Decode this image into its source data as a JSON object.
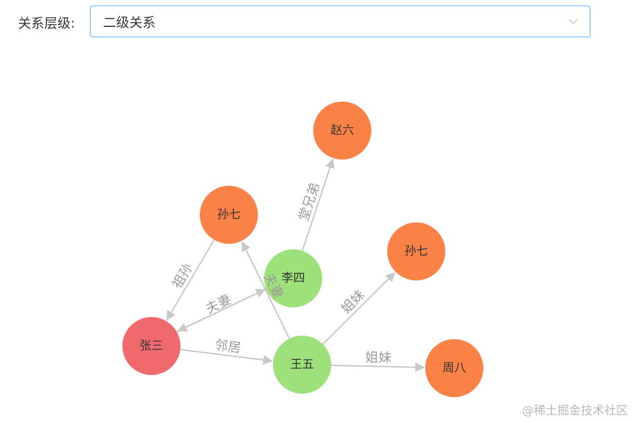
{
  "filter": {
    "label": "关系层级:",
    "selected": "二级关系"
  },
  "graph": {
    "nodes": [
      {
        "id": "zhangsan",
        "name": "张三",
        "color": "#f06a6d"
      },
      {
        "id": "lisi",
        "name": "李四",
        "color": "#9ee07a"
      },
      {
        "id": "wangwu",
        "name": "王五",
        "color": "#9ee07a"
      },
      {
        "id": "zhaoliu",
        "name": "赵六",
        "color": "#fb8247"
      },
      {
        "id": "sunqi_a",
        "name": "孙七",
        "color": "#fb8247"
      },
      {
        "id": "sunqi_b",
        "name": "孙七",
        "color": "#fb8247"
      },
      {
        "id": "zhouba",
        "name": "周八",
        "color": "#fb8247"
      }
    ],
    "edges": [
      {
        "source": "sunqi_a",
        "target": "zhangsan",
        "label": "祖孙"
      },
      {
        "source": "zhangsan",
        "target": "lisi",
        "label": "夫妻"
      },
      {
        "source": "lisi",
        "target": "zhangsan",
        "label": ""
      },
      {
        "source": "zhangsan",
        "target": "wangwu",
        "label": "邻居"
      },
      {
        "source": "lisi",
        "target": "zhaoliu",
        "label": "堂兄弟"
      },
      {
        "source": "wangwu",
        "target": "sunqi_a",
        "label": "夫妻"
      },
      {
        "source": "wangwu",
        "target": "sunqi_b",
        "label": "姐妹"
      },
      {
        "source": "wangwu",
        "target": "zhouba",
        "label": "姐妹"
      }
    ]
  },
  "watermark": "@稀土掘金技术社区",
  "colors": {
    "accent_border": "#66b1ff",
    "edge": "#c8c8c8",
    "edge_label": "#9a9a9a"
  },
  "icons": {
    "select_arrow": "chevron-down-icon"
  }
}
